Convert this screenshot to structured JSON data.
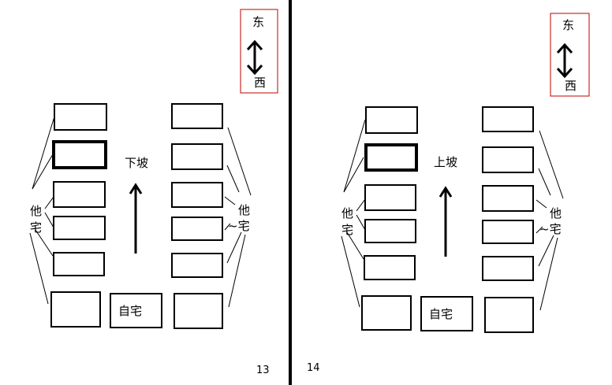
{
  "panels": [
    {
      "page_number": "13",
      "slope_label": "下坡",
      "self_house_label": "自宅",
      "other_houses_label_left": [
        "他",
        "宅"
      ],
      "other_houses_label_right": [
        "他",
        "~宅"
      ],
      "compass": {
        "top": "东",
        "bottom": "西"
      }
    },
    {
      "page_number": "14",
      "slope_label": "上坡",
      "self_house_label": "自宅",
      "other_houses_label_left": [
        "他",
        "宅"
      ],
      "other_houses_label_right": [
        "他",
        "~宅"
      ],
      "compass": {
        "top": "东",
        "bottom": "西"
      }
    }
  ],
  "colors": {
    "compass_frame": "#c00000",
    "lines": "#000000"
  }
}
